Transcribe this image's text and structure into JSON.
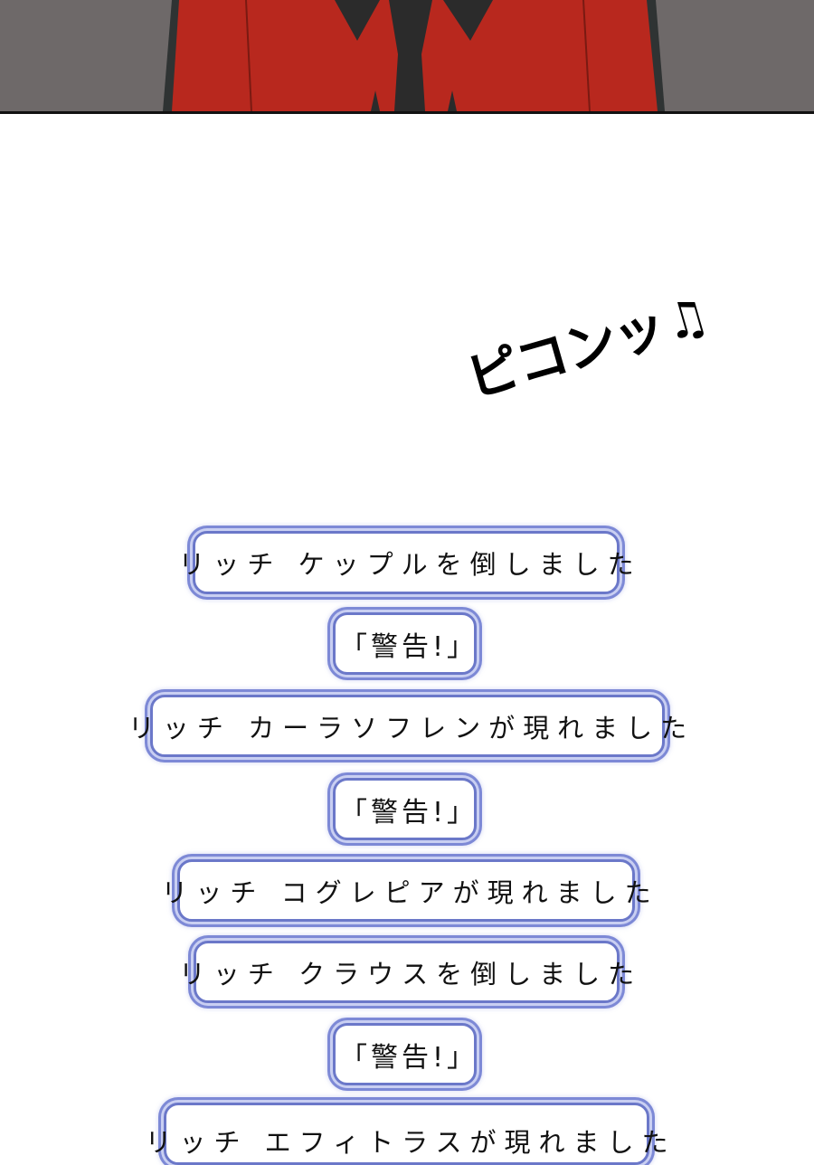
{
  "panel": {
    "background_color": "#6e6969",
    "robe_color": "#b8281e",
    "outline_color": "#2b2b2b"
  },
  "sound_effect": {
    "text": "ピコンッ",
    "icon": "music-note-icon",
    "glyph": "♫"
  },
  "messages": [
    {
      "text": "リッチ ケップルを倒しました",
      "type": "info"
    },
    {
      "text": "「警告!」",
      "type": "warning"
    },
    {
      "text": "リッチ カーラソフレンが現れました",
      "type": "info"
    },
    {
      "text": "「警告!」",
      "type": "warning"
    },
    {
      "text": "リッチ コグレピアが現れました",
      "type": "info"
    },
    {
      "text": "リッチ クラウスを倒しました",
      "type": "info"
    },
    {
      "text": "「警告!」",
      "type": "warning"
    },
    {
      "text": "リッチ エフィトラスが現れました",
      "type": "info",
      "partially_visible": true
    }
  ],
  "colors": {
    "box_border": "#6b78c9",
    "box_fill": "#ffffff",
    "text": "#111111"
  }
}
